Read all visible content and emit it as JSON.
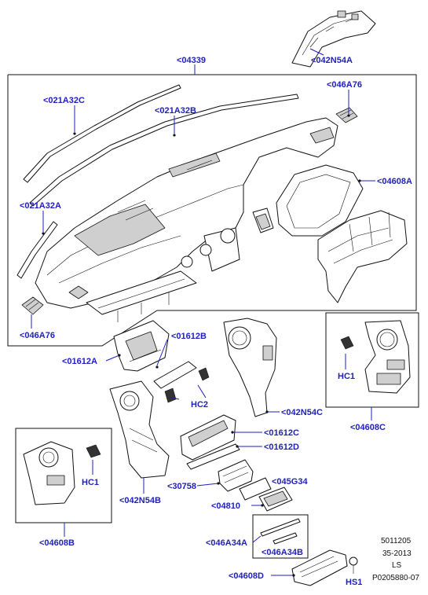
{
  "labels": {
    "l04339": "<04339",
    "l042N54A": "<042N54A",
    "l021A32C": "<021A32C",
    "l021A32B": "<021A32B",
    "l046A76_top": "<046A76",
    "l04608A": "<04608A",
    "l021A32A": "<021A32A",
    "l046A76_left": "<046A76",
    "l01612A": "<01612A",
    "l01612B": "<01612B",
    "lHC2": "HC2",
    "l042N54C": "<042N54C",
    "lHC1_right": "HC1",
    "l04608C": "<04608C",
    "l01612C": "<01612C",
    "l01612D": "<01612D",
    "l30758": "<30758",
    "l045G34": "<045G34",
    "lHC1_left": "HC1",
    "l042N54B": "<042N54B",
    "l04810": "<04810",
    "l04608B": "<04608B",
    "l046A34A": "<046A34A",
    "l046A34B": "<046A34B",
    "l04608D": "<04608D",
    "lHS1": "HS1"
  },
  "meta": {
    "line1": "5011205",
    "line2": "35-2013",
    "line3": "LS",
    "line4": "P0205880-07"
  },
  "colors": {
    "label_blue": "#1f1fbf",
    "line_black": "#111111",
    "background": "#ffffff"
  }
}
